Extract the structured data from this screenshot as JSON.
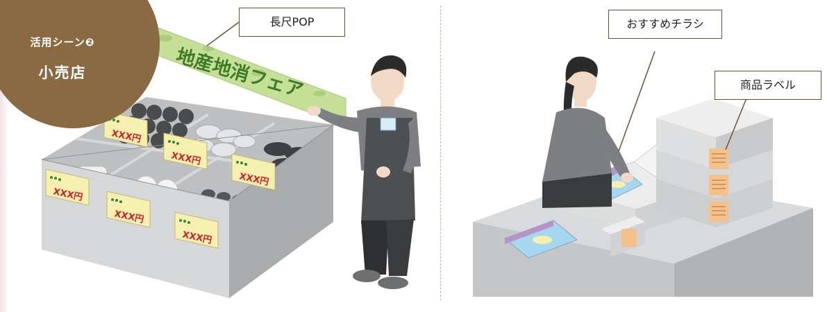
{
  "badge": {
    "scene_label": "活用シーン❷",
    "title": "小売店"
  },
  "left_scene": {
    "callout": "長尺POP",
    "sign_text": "地産地消フェア",
    "price_tags": [
      "XXX円",
      "XXX円",
      "XXX円",
      "XXX円",
      "XXX円",
      "XXX円"
    ]
  },
  "right_scene": {
    "callout_flyer": "おすすめチラシ",
    "callout_label": "商品ラベル"
  },
  "colors": {
    "badge": "#8a6a42",
    "callout_border": "#6f4f2f",
    "pop_green": "#b9d98a",
    "price_red": "#d0202a",
    "price_yellow": "#f6f0b0",
    "label_orange": "#f0a868",
    "divider": "#d2b48c"
  }
}
